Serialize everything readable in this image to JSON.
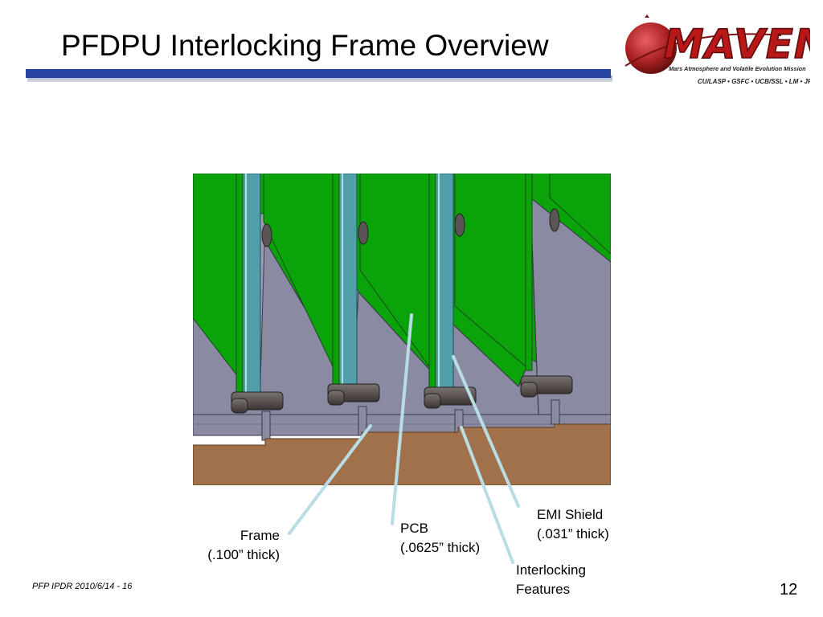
{
  "slide": {
    "title": "PFDPU Interlocking Frame Overview",
    "footer": "PFP IPDR 2010/6/14 - 16",
    "page_number": "12"
  },
  "logo": {
    "name": "MAVEN",
    "tagline": "Mars Atmosphere and Volatile Evolution Mission",
    "partners": "CU/LASP • GSFC • UCB/SSL • LM • JPL"
  },
  "labels": {
    "frame_line1": "Frame",
    "frame_line2": "(.100” thick)",
    "pcb_line1": "PCB",
    "pcb_line2": "(.0625” thick)",
    "emi_line1": "EMI Shield",
    "emi_line2": "(.031” thick)",
    "interlock_line1": "Interlocking",
    "interlock_line2": "Features"
  },
  "colors": {
    "title_bar": "#2444a0",
    "pcb_green": "#0aa30a",
    "frame_gray": "#8a8aa2",
    "base_brown": "#a0714a",
    "shield_teal": "#4fa0a8",
    "callout_line": "#b8dde4",
    "logo_red": "#c01c1c"
  }
}
